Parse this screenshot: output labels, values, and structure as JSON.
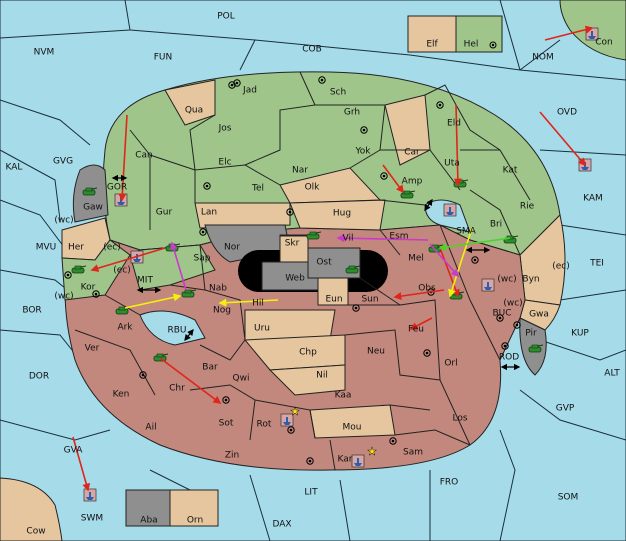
{
  "colors": {
    "sea": "#a6dbea",
    "green_power": "#9fc58a",
    "tan_neutral": "#e5c69f",
    "red_power": "#c2877d",
    "gray_power": "#8f8f8f",
    "black": "#000000",
    "army_green": "#2f8b2f",
    "arrow_red": "#e0251b",
    "arrow_yellow": "#f4f00e",
    "arrow_magenta": "#c93ac9",
    "arrow_lime": "#4bd42a",
    "fleet_blue": "#2a5fb0",
    "star_yellow": "#ffe11a"
  },
  "sea_labels": [
    {
      "id": "pol",
      "text": "POL"
    },
    {
      "id": "nvm",
      "text": "NVM"
    },
    {
      "id": "fun",
      "text": "FUN"
    },
    {
      "id": "cob",
      "text": "COB"
    },
    {
      "id": "nom",
      "text": "NOM"
    },
    {
      "id": "con",
      "text": "Con"
    },
    {
      "id": "ovd",
      "text": "OVD"
    },
    {
      "id": "kal",
      "text": "KAL"
    },
    {
      "id": "gvg",
      "text": "GVG"
    },
    {
      "id": "kam",
      "text": "KAM"
    },
    {
      "id": "tei",
      "text": "TEI"
    },
    {
      "id": "mvu",
      "text": "MVU"
    },
    {
      "id": "bor",
      "text": "BOR"
    },
    {
      "id": "mit",
      "text": "MIT"
    },
    {
      "id": "rbu",
      "text": "RBU"
    },
    {
      "id": "sma",
      "text": "SMA"
    },
    {
      "id": "buc",
      "text": "BUC"
    },
    {
      "id": "kup",
      "text": "KUP"
    },
    {
      "id": "rod",
      "text": "ROD"
    },
    {
      "id": "alt",
      "text": "ALT"
    },
    {
      "id": "dor",
      "text": "DOR"
    },
    {
      "id": "gvp",
      "text": "GVP"
    },
    {
      "id": "gva",
      "text": "GVA"
    },
    {
      "id": "swm",
      "text": "SWM"
    },
    {
      "id": "lit",
      "text": "LIT"
    },
    {
      "id": "fro",
      "text": "FRO"
    },
    {
      "id": "som",
      "text": "SOM"
    },
    {
      "id": "dax",
      "text": "DAX"
    },
    {
      "id": "cow",
      "text": "Cow"
    },
    {
      "id": "wc1",
      "text": "(wc)"
    },
    {
      "id": "ec1",
      "text": "(ec)"
    },
    {
      "id": "wc2",
      "text": "(wc)"
    },
    {
      "id": "ec2",
      "text": "(ec)"
    },
    {
      "id": "wc3",
      "text": "(wc)"
    },
    {
      "id": "ec3",
      "text": "(ec)"
    },
    {
      "id": "wc4",
      "text": "(wc)"
    }
  ],
  "land_labels": [
    {
      "id": "elf",
      "text": "Elf"
    },
    {
      "id": "hel",
      "text": "Hel"
    },
    {
      "id": "jad",
      "text": "Jad"
    },
    {
      "id": "sch",
      "text": "Sch"
    },
    {
      "id": "qua",
      "text": "Qua"
    },
    {
      "id": "jos",
      "text": "Jos"
    },
    {
      "id": "grh",
      "text": "Grh"
    },
    {
      "id": "eld",
      "text": "Eld"
    },
    {
      "id": "can",
      "text": "Can"
    },
    {
      "id": "yok",
      "text": "Yok"
    },
    {
      "id": "car",
      "text": "Car"
    },
    {
      "id": "elc",
      "text": "Elc"
    },
    {
      "id": "nar",
      "text": "Nar"
    },
    {
      "id": "uta",
      "text": "Uta"
    },
    {
      "id": "kat",
      "text": "Kat"
    },
    {
      "id": "gor",
      "text": "GOR"
    },
    {
      "id": "tel",
      "text": "Tel"
    },
    {
      "id": "olk",
      "text": "Olk"
    },
    {
      "id": "amp",
      "text": "Amp"
    },
    {
      "id": "gaw",
      "text": "Gaw"
    },
    {
      "id": "gur",
      "text": "Gur"
    },
    {
      "id": "rie",
      "text": "Rie"
    },
    {
      "id": "lan",
      "text": "Lan"
    },
    {
      "id": "hug",
      "text": "Hug"
    },
    {
      "id": "bri",
      "text": "Bri"
    },
    {
      "id": "esm",
      "text": "Esm"
    },
    {
      "id": "vil",
      "text": "Vil"
    },
    {
      "id": "her",
      "text": "Her"
    },
    {
      "id": "nor",
      "text": "Nor"
    },
    {
      "id": "skr",
      "text": "Skr"
    },
    {
      "id": "mel",
      "text": "Mel"
    },
    {
      "id": "sap",
      "text": "Sap"
    },
    {
      "id": "ost",
      "text": "Ost"
    },
    {
      "id": "byn",
      "text": "Byn"
    },
    {
      "id": "web",
      "text": "Web"
    },
    {
      "id": "kor",
      "text": "Kor"
    },
    {
      "id": "nab",
      "text": "Nab"
    },
    {
      "id": "obs",
      "text": "Obs"
    },
    {
      "id": "eun",
      "text": "Eun"
    },
    {
      "id": "sun",
      "text": "Sun"
    },
    {
      "id": "hil",
      "text": "Hil"
    },
    {
      "id": "nog",
      "text": "Nog"
    },
    {
      "id": "gwa",
      "text": "Gwa"
    },
    {
      "id": "ark",
      "text": "Ark"
    },
    {
      "id": "uru",
      "text": "Uru"
    },
    {
      "id": "feu",
      "text": "Feu"
    },
    {
      "id": "pir",
      "text": "Pir"
    },
    {
      "id": "ver",
      "text": "Ver"
    },
    {
      "id": "chp",
      "text": "Chp"
    },
    {
      "id": "neu",
      "text": "Neu"
    },
    {
      "id": "orl",
      "text": "Orl"
    },
    {
      "id": "bar",
      "text": "Bar"
    },
    {
      "id": "qwi",
      "text": "Qwi"
    },
    {
      "id": "nil",
      "text": "Nil"
    },
    {
      "id": "ken",
      "text": "Ken"
    },
    {
      "id": "chr",
      "text": "Chr"
    },
    {
      "id": "kaa",
      "text": "Kaa"
    },
    {
      "id": "los",
      "text": "Los"
    },
    {
      "id": "ail",
      "text": "Ail"
    },
    {
      "id": "sot",
      "text": "Sot"
    },
    {
      "id": "rot",
      "text": "Rot"
    },
    {
      "id": "mou",
      "text": "Mou"
    },
    {
      "id": "zin",
      "text": "Zin"
    },
    {
      "id": "sam",
      "text": "Sam"
    },
    {
      "id": "kar",
      "text": "Kar"
    },
    {
      "id": "aba",
      "text": "Aba"
    },
    {
      "id": "orn",
      "text": "Orn"
    }
  ]
}
